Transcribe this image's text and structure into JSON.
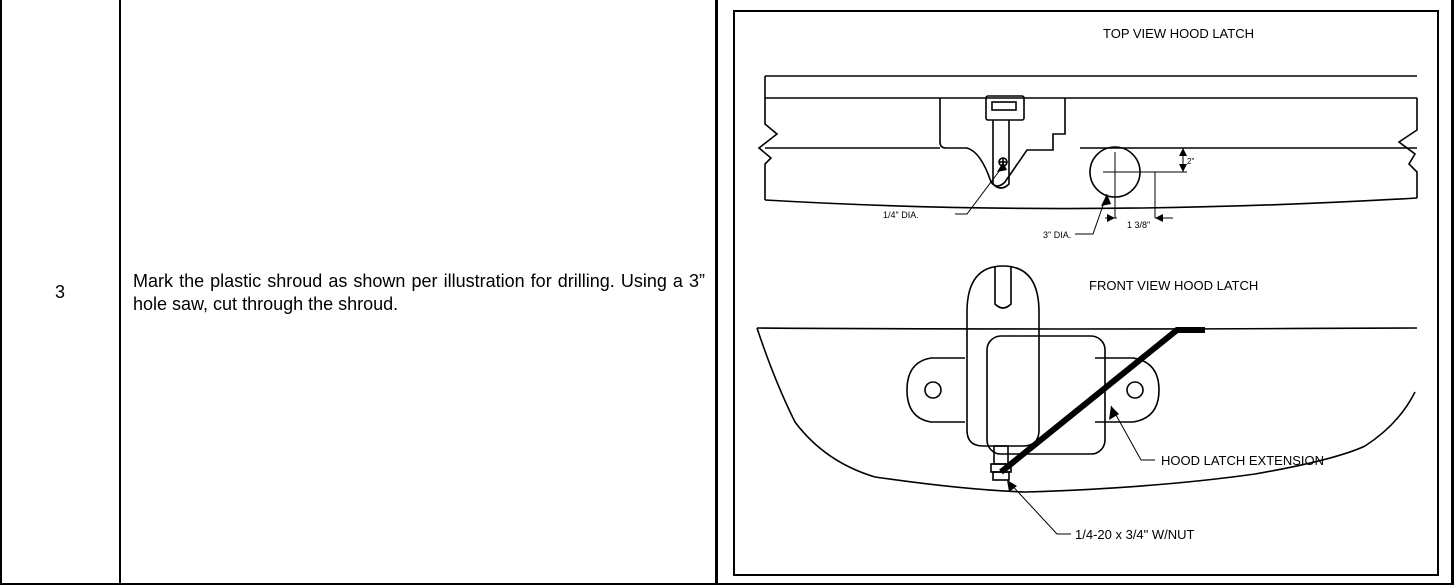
{
  "row": {
    "step_number": "3",
    "instruction": "Mark the plastic shroud as shown per illustration for drilling. Using a 3” hole saw, cut through the shroud."
  },
  "drawing": {
    "top_view_title": "TOP VIEW HOOD LATCH",
    "front_view_title": "FRONT VIEW HOOD LATCH",
    "label_small_hole": "1/4\" DIA.",
    "label_large_hole": "3\" DIA.",
    "label_offset_x": "1 3/8\"",
    "label_offset_y": "2\"",
    "label_extension": "HOOD LATCH EXTENSION",
    "label_bolt": "1/4-20 x 3/4\" W/NUT"
  }
}
